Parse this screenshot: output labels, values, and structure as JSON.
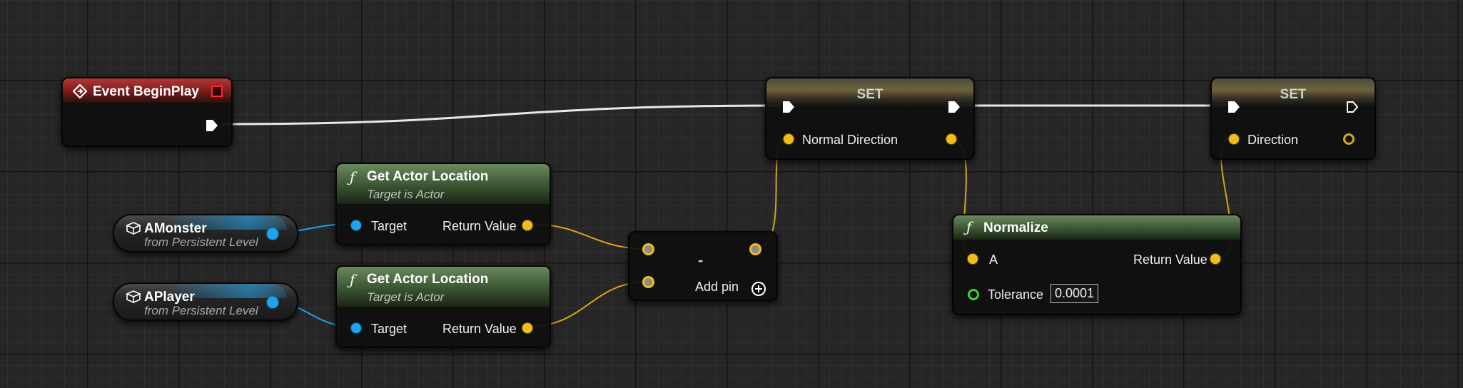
{
  "event_node": {
    "title": "Event BeginPlay"
  },
  "monster_var": {
    "name": "AMonster",
    "source": "from Persistent Level"
  },
  "player_var": {
    "name": "APlayer",
    "source": "from Persistent Level"
  },
  "get_loc_1": {
    "title": "Get Actor Location",
    "subtitle": "Target is Actor",
    "input": "Target",
    "output": "Return Value"
  },
  "get_loc_2": {
    "title": "Get Actor Location",
    "subtitle": "Target is Actor",
    "input": "Target",
    "output": "Return Value"
  },
  "subtract_node": {
    "symbol": "-",
    "add_pin": "Add pin"
  },
  "set_normal": {
    "title": "SET",
    "variable": "Normal Direction"
  },
  "set_direction": {
    "title": "SET",
    "variable": "Direction"
  },
  "normalize": {
    "title": "Normalize",
    "input_a": "A",
    "output": "Return Value",
    "tolerance_label": "Tolerance",
    "tolerance_value": "0.0001"
  },
  "colors": {
    "exec": "#ffffff",
    "vector": "#f2bd1c",
    "object": "#1ea3f0",
    "float": "#3fcf2f",
    "event_header": "#b23838",
    "function_header": "#6a8a5e"
  },
  "icons": {
    "function": "function-icon",
    "event": "event-diamond-icon",
    "actor": "actor-cube-icon",
    "add": "plus-circle-icon"
  }
}
